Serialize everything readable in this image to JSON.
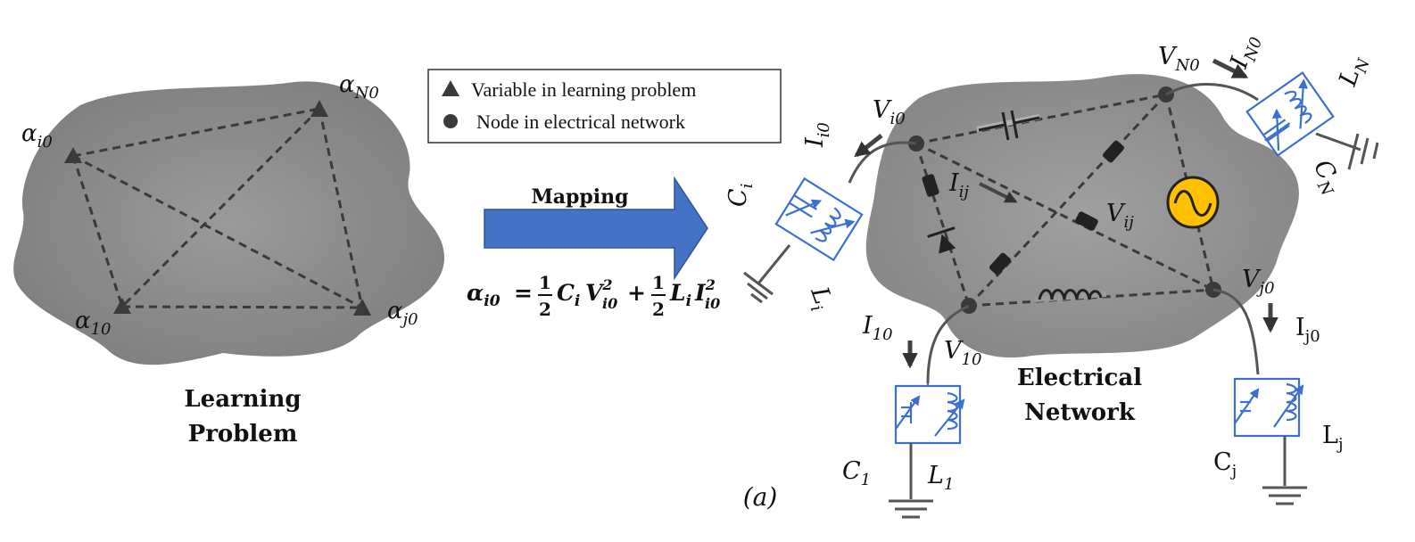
{
  "figure_label": "(a)",
  "legend": {
    "triangle_label": "Variable in learning problem",
    "node_label": "Node in electrical network"
  },
  "learning": {
    "title_line1": "Learning",
    "title_line2": "Problem",
    "alpha_i0": {
      "base": "α",
      "sub": "i0"
    },
    "alpha_N0": {
      "base": "α",
      "sub": "N0"
    },
    "alpha_10": {
      "base": "α",
      "sub": "10"
    },
    "alpha_j0": {
      "base": "α",
      "sub": "j0"
    }
  },
  "mapping": {
    "label": "Mapping",
    "equation": {
      "lhs_base": "α",
      "lhs_sub": "i0",
      "eq": "=",
      "half": "1",
      "den": "2",
      "c": "C",
      "c_sub": "i",
      "v": "V",
      "v_sup": "2",
      "v_sub": "i0",
      "plus": "+",
      "l": "L",
      "l_sub": "i",
      "i": "I",
      "i_sup": "2",
      "i_sub": "i0"
    }
  },
  "network": {
    "title_line1": "Electrical",
    "title_line2": "Network",
    "V_i0": {
      "base": "V",
      "sub": "i0"
    },
    "V_N0": {
      "base": "V",
      "sub": "N0"
    },
    "V_j0": {
      "base": "V",
      "sub": "j0"
    },
    "V_10": {
      "base": "V",
      "sub": "10"
    },
    "V_ij": {
      "base": "V",
      "sub": "ij"
    },
    "I_i0": {
      "base": "I",
      "sub": "i0"
    },
    "I_N0": {
      "base": "I",
      "sub": "N0"
    },
    "I_10": {
      "base": "I",
      "sub": "10"
    },
    "I_j0": {
      "base": "I",
      "sub": "j0"
    },
    "I_ij": {
      "base": "I",
      "sub": "ij"
    },
    "C_i": {
      "base": "C",
      "sub": "i"
    },
    "L_i": {
      "base": "L",
      "sub": "i"
    },
    "C_N": {
      "base": "C",
      "sub": "N"
    },
    "L_N": {
      "base": "L",
      "sub": "N"
    },
    "C_1": {
      "base": "C",
      "sub": "1"
    },
    "L_1": {
      "base": "L",
      "sub": "1"
    },
    "C_j": {
      "base": "C",
      "sub": "j"
    },
    "L_j": {
      "base": "L",
      "sub": "j"
    }
  },
  "colors": {
    "blob": "#8e8e8e",
    "arrow_fill": "#4472c4",
    "component_blue": "#3b6fd0",
    "source_fill": "#ffc000"
  }
}
